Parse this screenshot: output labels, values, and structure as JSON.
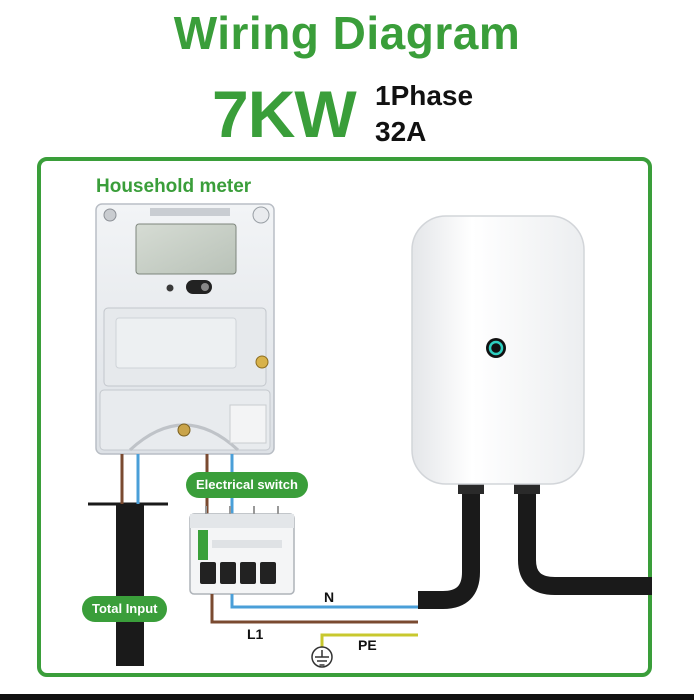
{
  "header": {
    "title": "Wiring Diagram",
    "power": "7KW",
    "phase": "1Phase",
    "current": "32A"
  },
  "labels": {
    "meter": "Household meter",
    "switch": "Electrical switch",
    "input": "Total Input",
    "neutral": "N",
    "live": "L1",
    "earth": "PE"
  },
  "colors": {
    "accent": "#3a9e3a",
    "neutral_wire": "#4a9fd8",
    "live_wire": "#7a4a30",
    "earth_wire": "#c8c82e",
    "cable": "#1a1a1a"
  },
  "icons": [
    "ground-symbol-icon",
    "charger-led-icon"
  ]
}
